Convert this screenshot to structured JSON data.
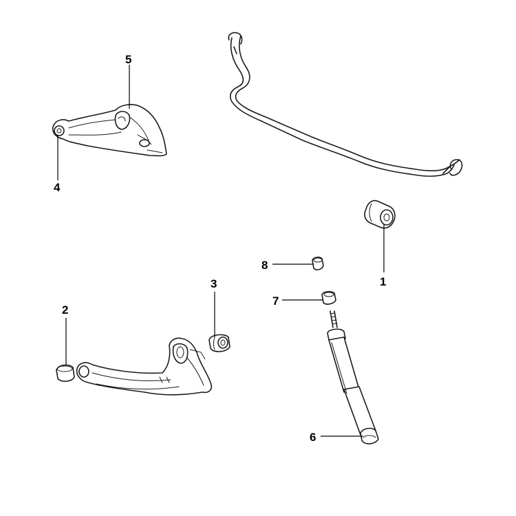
{
  "callouts": {
    "c1": "1",
    "c2": "2",
    "c3": "3",
    "c4": "4",
    "c5": "5",
    "c6": "6",
    "c7": "7",
    "c8": "8"
  },
  "colors": {
    "line": "#1a1a1a",
    "label": "#000000",
    "background": "#ffffff"
  }
}
